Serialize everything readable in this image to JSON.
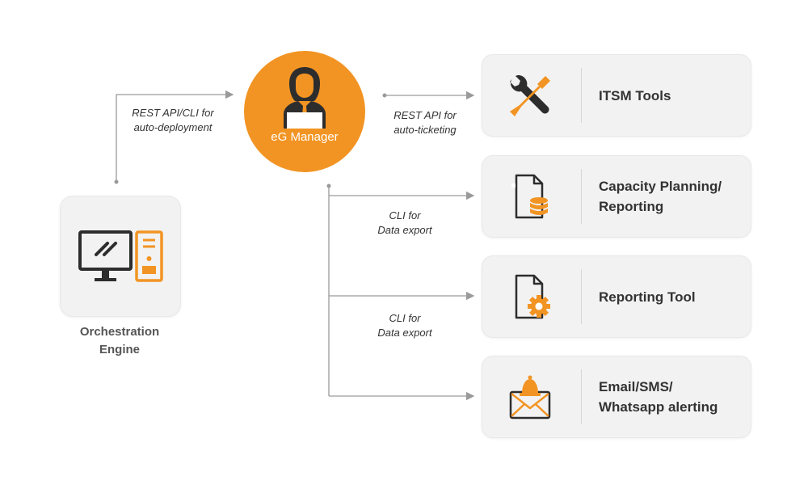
{
  "manager": {
    "label": "eG Manager",
    "icon": "manager-person-icon"
  },
  "orchestration": {
    "label": "Orchestration\nEngine",
    "icon": "computer-icon"
  },
  "edges": {
    "deployment": "REST API/CLI for\nauto-deployment",
    "ticketing": "REST API for\nauto-ticketing",
    "export_1": "CLI for\nData export",
    "export_2": "CLI for\nData export"
  },
  "tools": [
    {
      "label": "ITSM Tools",
      "icon": "wrench-screwdriver-icon"
    },
    {
      "label": "Capacity Planning/\nReporting",
      "icon": "document-database-icon"
    },
    {
      "label": "Reporting Tool",
      "icon": "document-gear-icon"
    },
    {
      "label": "Email/SMS/\nWhatsapp alerting",
      "icon": "envelope-alarm-icon"
    }
  ],
  "colors": {
    "accent": "#f29423",
    "dark": "#2d2d2d",
    "card": "#f2f2f2",
    "line": "#9a9a9a"
  }
}
